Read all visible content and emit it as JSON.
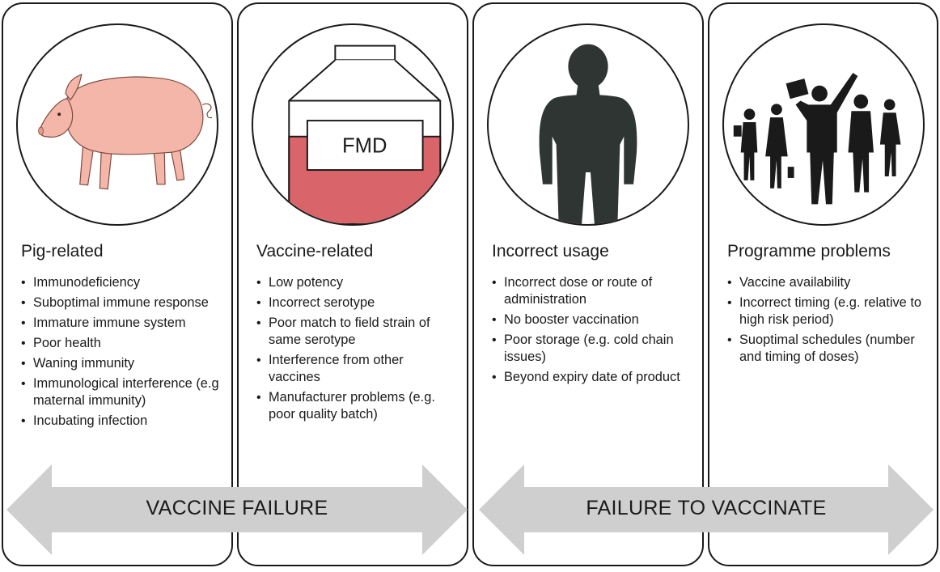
{
  "panels": [
    {
      "heading": "Pig-related",
      "icon": "pig-icon",
      "items": [
        "Immunodeficiency",
        "Suboptimal immune response",
        "Immature immune system",
        "Poor health",
        "Waning immunity",
        "Immunological interference (e.g maternal immunity)",
        "Incubating infection"
      ]
    },
    {
      "heading": "Vaccine-related",
      "icon": "vaccine-bottle-icon",
      "bottle_label": "FMD",
      "items": [
        "Low potency",
        "Incorrect serotype",
        "Poor match to field strain of same serotype",
        "Interference from other vaccines",
        "Manufacturer problems (e.g. poor quality batch)"
      ]
    },
    {
      "heading": "Incorrect usage",
      "icon": "person-silhouette-icon",
      "items": [
        "Incorrect dose or route of administration",
        "No booster vaccination",
        "Poor storage (e.g. cold chain issues)",
        "Beyond expiry date of product"
      ]
    },
    {
      "heading": "Programme problems",
      "icon": "people-group-icon",
      "items": [
        "Vaccine availability",
        "Incorrect timing (e.g. relative to high risk period)",
        "Suoptimal schedules (number and timing of doses)"
      ]
    }
  ],
  "arrows": {
    "left_label": "VACCINE FAILURE",
    "right_label": "FAILURE TO VACCINATE"
  },
  "colors": {
    "border": "#1a1a1a",
    "arrow": "#cfcfcf",
    "pig": "#f4b6a8",
    "vaccine_liquid": "#d9646a",
    "silhouette": "#2f3532"
  }
}
